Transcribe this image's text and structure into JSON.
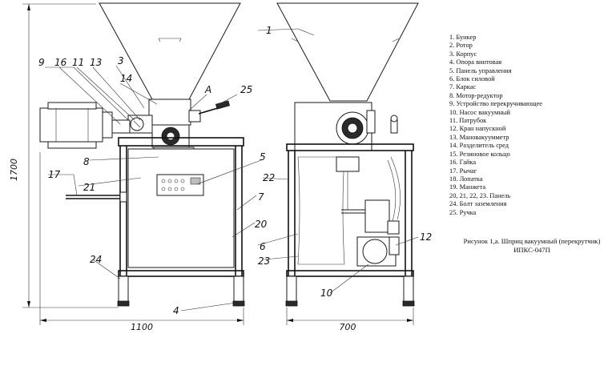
{
  "legend": [
    "1. Бункер",
    "2. Ротор",
    "3. Корпус",
    "4. Опора винтовая",
    "5. Панель управления",
    "6. Блок силовой",
    "7. Каркас",
    "8. Мотор-редуктор",
    "9. Устройство перекручивающее",
    "10. Насос вакуумный",
    "11. Патрубок",
    "12. Кран напускной",
    "13. Мановакуумметр",
    "14. Разделитель сред",
    "15. Резиновое кольцо",
    "16. Гайка",
    "17. Рычаг",
    "18. Лопатка",
    "19. Манжета",
    "20, 21, 22, 23. Панель",
    "24. Болт заземления",
    "25. Ручка"
  ],
  "caption": {
    "line1": "Рисунок 1,а. Шприц вакуумный (перекрутчик)",
    "line2": "ИПКС-047П"
  },
  "callouts": {
    "c1": "1",
    "c3": "3",
    "c9": "9",
    "c16": "16",
    "c11": "11",
    "c13": "13",
    "c14": "14",
    "cA": "A",
    "c25": "25",
    "c8": "8",
    "c5": "5",
    "c21": "21",
    "c17": "17",
    "c22": "22",
    "c7": "7",
    "c20": "20",
    "c6": "6",
    "c23": "23",
    "c24": "24",
    "c12": "12",
    "c10": "10",
    "c4": "4"
  },
  "dimensions": {
    "height": "1700",
    "width_front": "1100",
    "width_side": "700"
  }
}
